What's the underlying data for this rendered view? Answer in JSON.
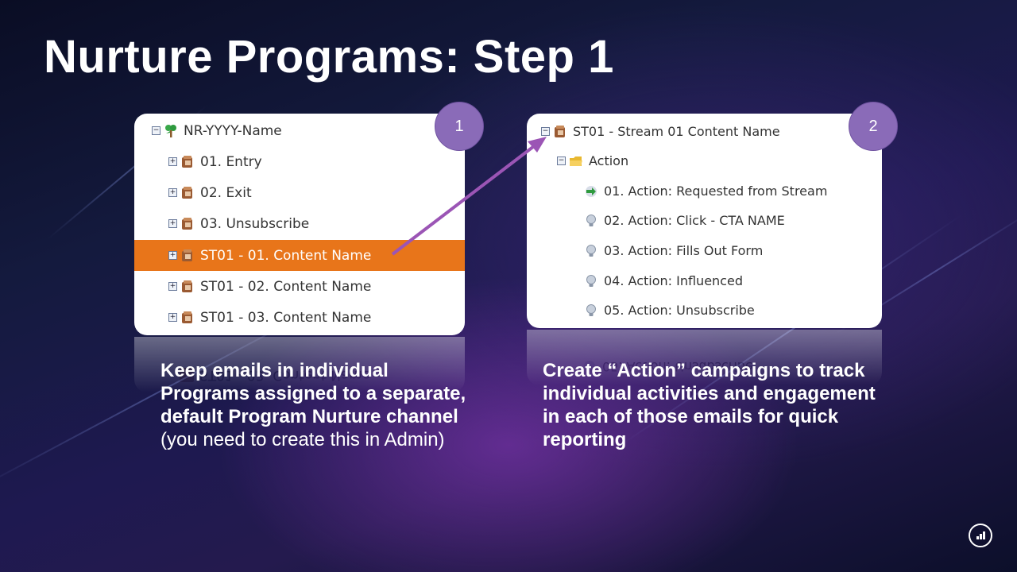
{
  "slide": {
    "title": "Nurture Programs: Step 1"
  },
  "panel1": {
    "badge": "1",
    "rows": [
      {
        "toggle": "−",
        "icon": "nurture-program-icon",
        "label": "NR-YYYY-Name",
        "selected": false
      },
      {
        "toggle": "+",
        "icon": "program-icon",
        "label": "01. Entry",
        "selected": false
      },
      {
        "toggle": "+",
        "icon": "program-icon",
        "label": "02. Exit",
        "selected": false
      },
      {
        "toggle": "+",
        "icon": "program-icon",
        "label": "03. Unsubscribe",
        "selected": false
      },
      {
        "toggle": "+",
        "icon": "program-icon",
        "label": "ST01 - 01. Content Name",
        "selected": true
      },
      {
        "toggle": "+",
        "icon": "program-icon",
        "label": "ST01 - 02. Content Name",
        "selected": false
      },
      {
        "toggle": "+",
        "icon": "program-icon",
        "label": "ST01 - 03. Content Name",
        "selected": false
      }
    ]
  },
  "panel2": {
    "badge": "2",
    "rows": [
      {
        "toggle": "−",
        "icon": "program-icon",
        "label": "ST01 - Stream 01 Content Name"
      },
      {
        "toggle": "−",
        "icon": "folder-icon",
        "label": "Action"
      },
      {
        "toggle": "",
        "icon": "request-campaign-icon",
        "label": "01. Action: Requested from Stream"
      },
      {
        "toggle": "",
        "icon": "smart-campaign-icon",
        "label": "02. Action: Click - CTA NAME"
      },
      {
        "toggle": "",
        "icon": "smart-campaign-icon",
        "label": "03. Action: Fills Out Form"
      },
      {
        "toggle": "",
        "icon": "smart-campaign-icon",
        "label": "04. Action: Influenced"
      },
      {
        "toggle": "",
        "icon": "smart-campaign-icon",
        "label": "05. Action: Unsubscribe"
      }
    ]
  },
  "captions": {
    "left_bold": "Keep emails in individual Programs assigned to a separate, default Program Nurture channel",
    "left_regular": " (you need to create this in Admin)",
    "right": "Create “Action” campaigns to track individual activities and engagement in each of those emails for quick reporting"
  },
  "colors": {
    "selected_row": "#e8751a",
    "badge": "#8a6bb8",
    "arrow": "#9b55b5"
  }
}
